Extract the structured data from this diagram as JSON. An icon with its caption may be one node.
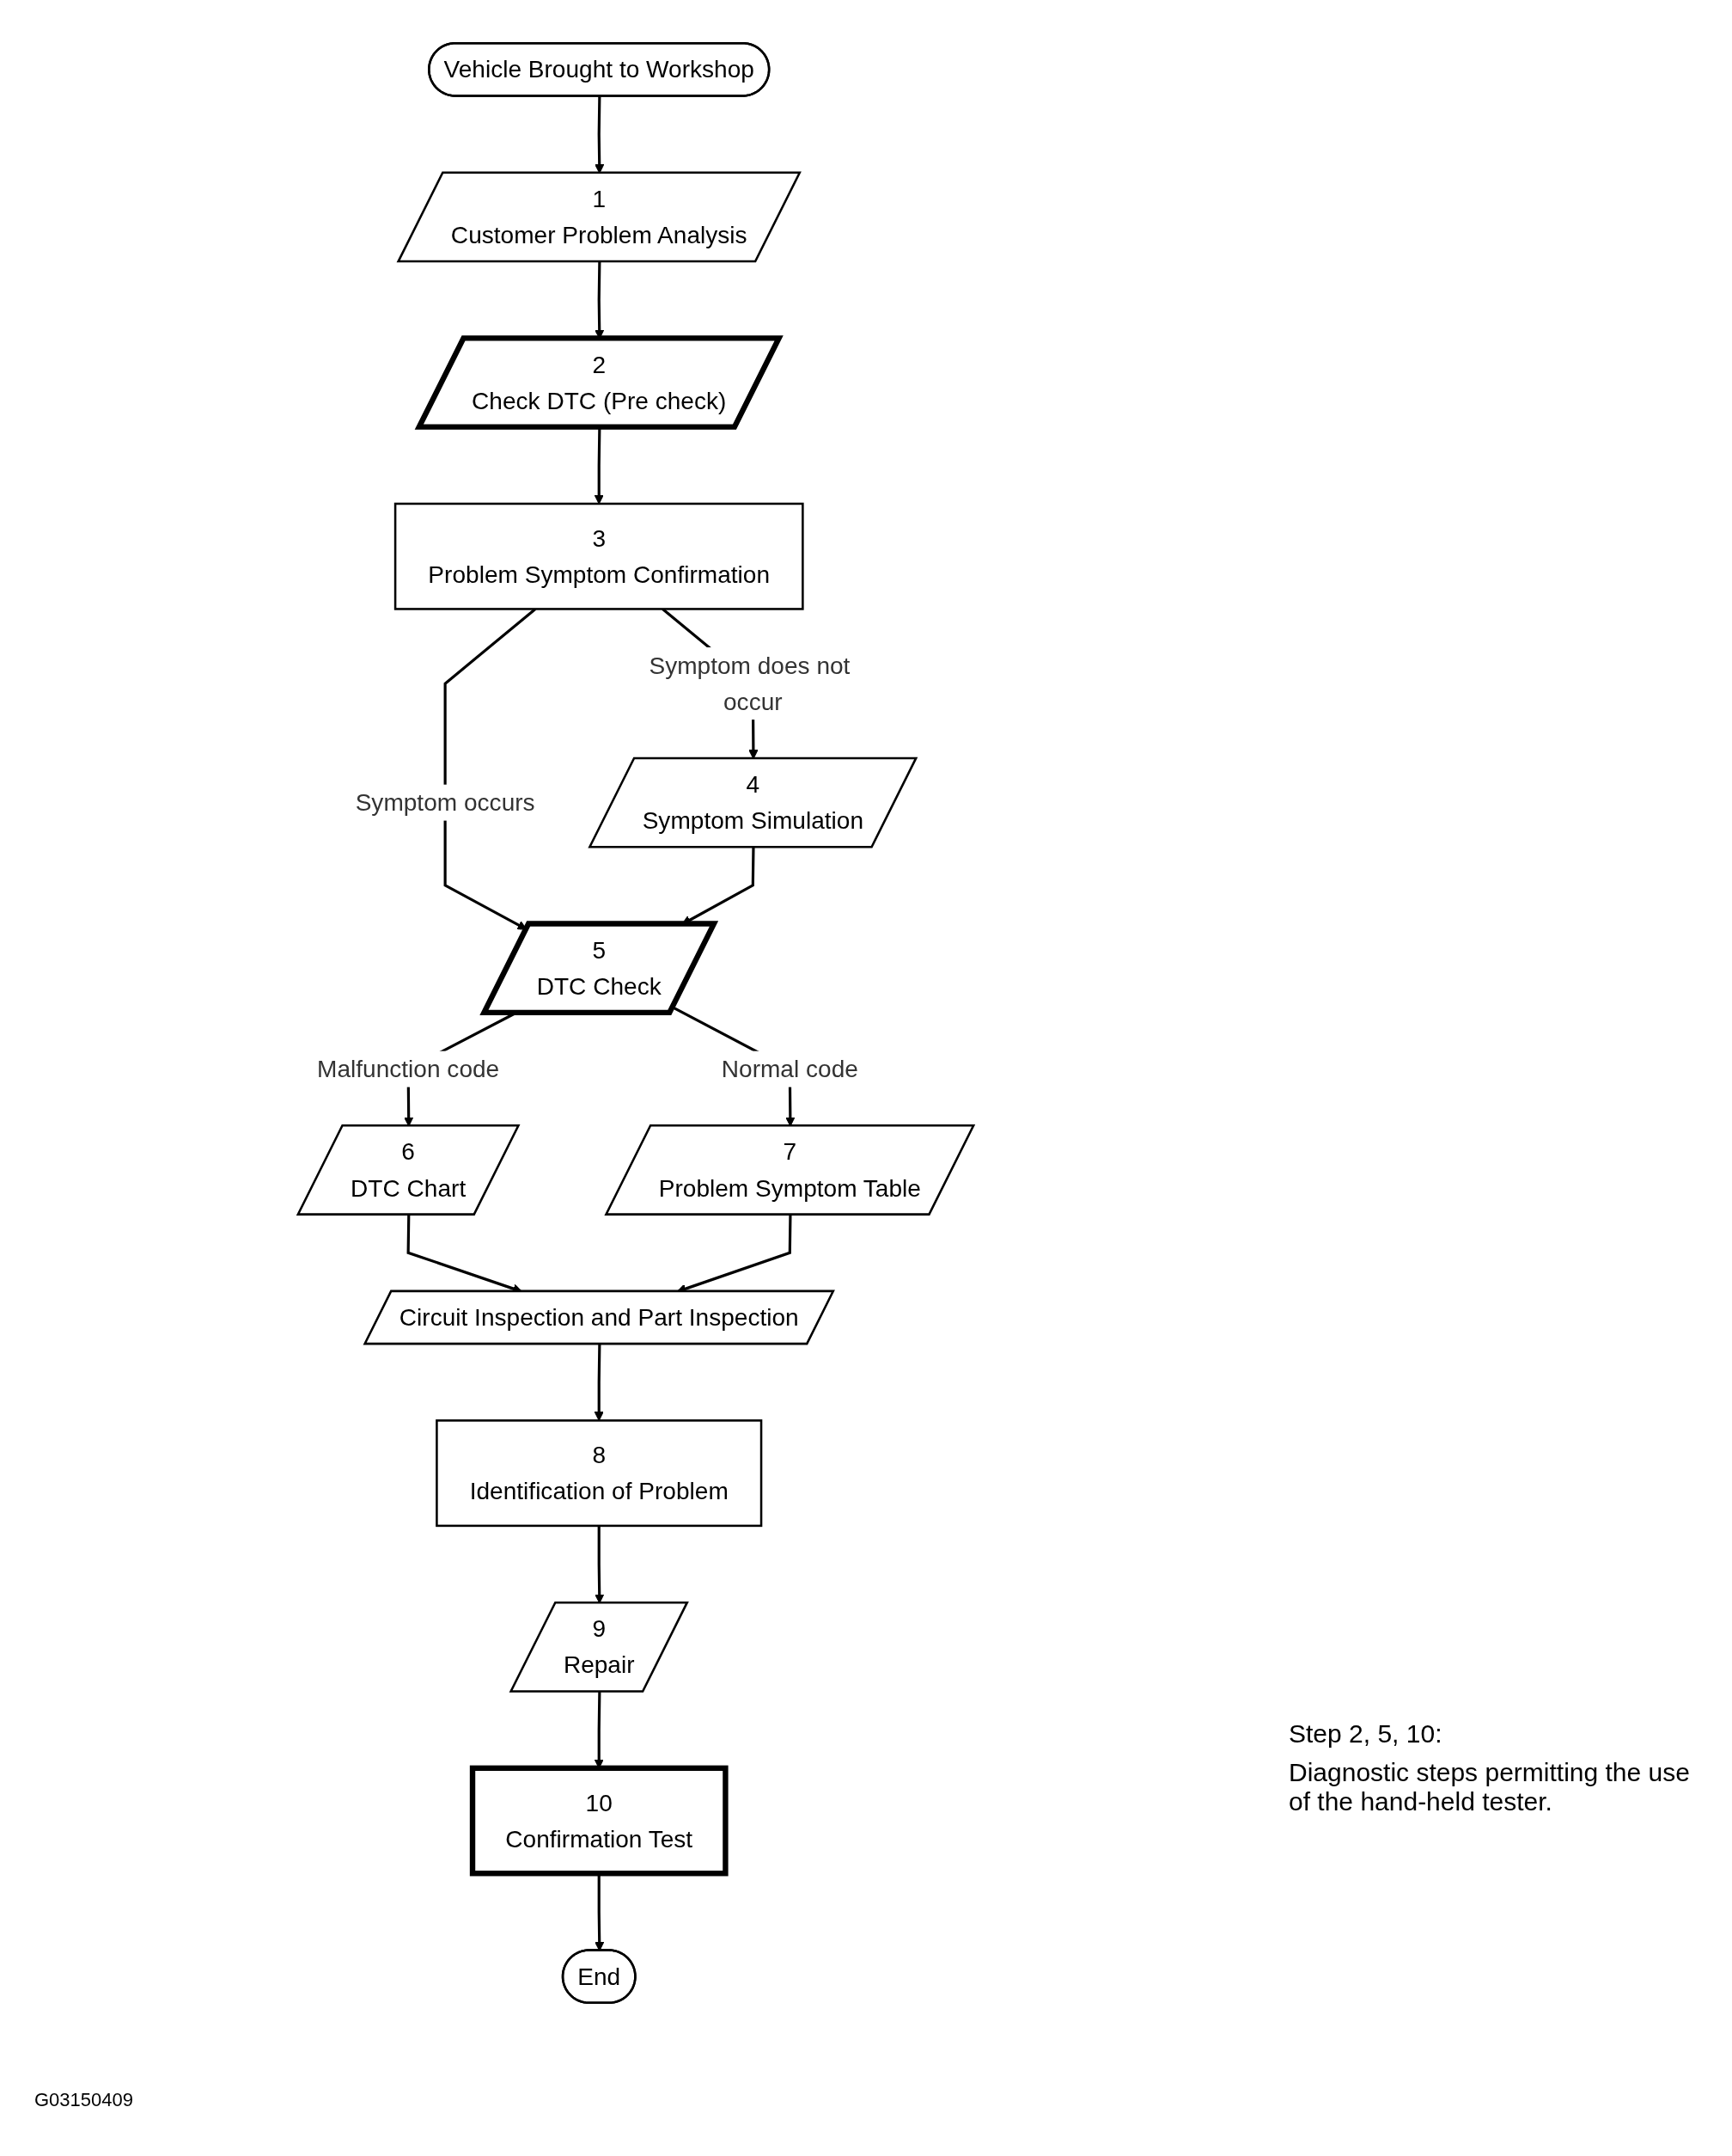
{
  "diagram": {
    "nodes": [
      {
        "text": [
          "Vehicle Brought to Workshop"
        ]
      },
      {
        "text": [
          "1",
          "Customer Problem Analysis"
        ]
      },
      {
        "text": [
          "2",
          "Check DTC (Pre check)"
        ]
      },
      {
        "text": [
          "3",
          "Problem Symptom Confirmation"
        ]
      },
      {
        "text": [
          "4",
          "Symptom Simulation"
        ]
      },
      {
        "text": [
          "5",
          "DTC Check"
        ]
      },
      {
        "text": [
          "6",
          "DTC Chart"
        ]
      },
      {
        "text": [
          "7",
          "Problem Symptom Table"
        ]
      },
      {
        "text": [
          "Circuit Inspection and Part Inspection"
        ]
      },
      {
        "text": [
          "8",
          "Identification of Problem"
        ]
      },
      {
        "text": [
          "9",
          "Repair"
        ]
      },
      {
        "text": [
          "10",
          "Confirmation Test"
        ]
      },
      {
        "text": [
          "End"
        ]
      }
    ],
    "edges": [
      {
        "from": 0,
        "to": 1,
        "arrow": "to"
      },
      {
        "from": 1,
        "to": 2,
        "arrow": "to"
      },
      {
        "from": 2,
        "to": 3,
        "arrow": "to"
      },
      {
        "from": 3,
        "to": 4,
        "arrow": "to",
        "label": "Symptom does not occur"
      },
      {
        "from": 3,
        "to": 5,
        "arrow": "to",
        "label": "Symptom occurs"
      },
      {
        "from": 4,
        "to": 5,
        "arrow": "to"
      },
      {
        "from": 5,
        "to": 6,
        "arrow": "to",
        "label": "Malfunction code"
      },
      {
        "from": 5,
        "to": 7,
        "arrow": "to",
        "label": "Normal code"
      },
      {
        "from": 6,
        "to": 8,
        "arrow": "to"
      },
      {
        "from": 7,
        "to": 8,
        "arrow": "to"
      },
      {
        "from": 8,
        "to": 9,
        "arrow": "to"
      },
      {
        "from": 9,
        "to": 10,
        "arrow": "to"
      },
      {
        "from": 10,
        "to": 11,
        "arrow": "to"
      },
      {
        "from": 11,
        "to": 12,
        "arrow": "to"
      }
    ],
    "labels": [
      "Step 2, 5, 10:",
      "Diagnostic steps permitting the use of the hand-held tester.",
      "G03150409"
    ]
  }
}
